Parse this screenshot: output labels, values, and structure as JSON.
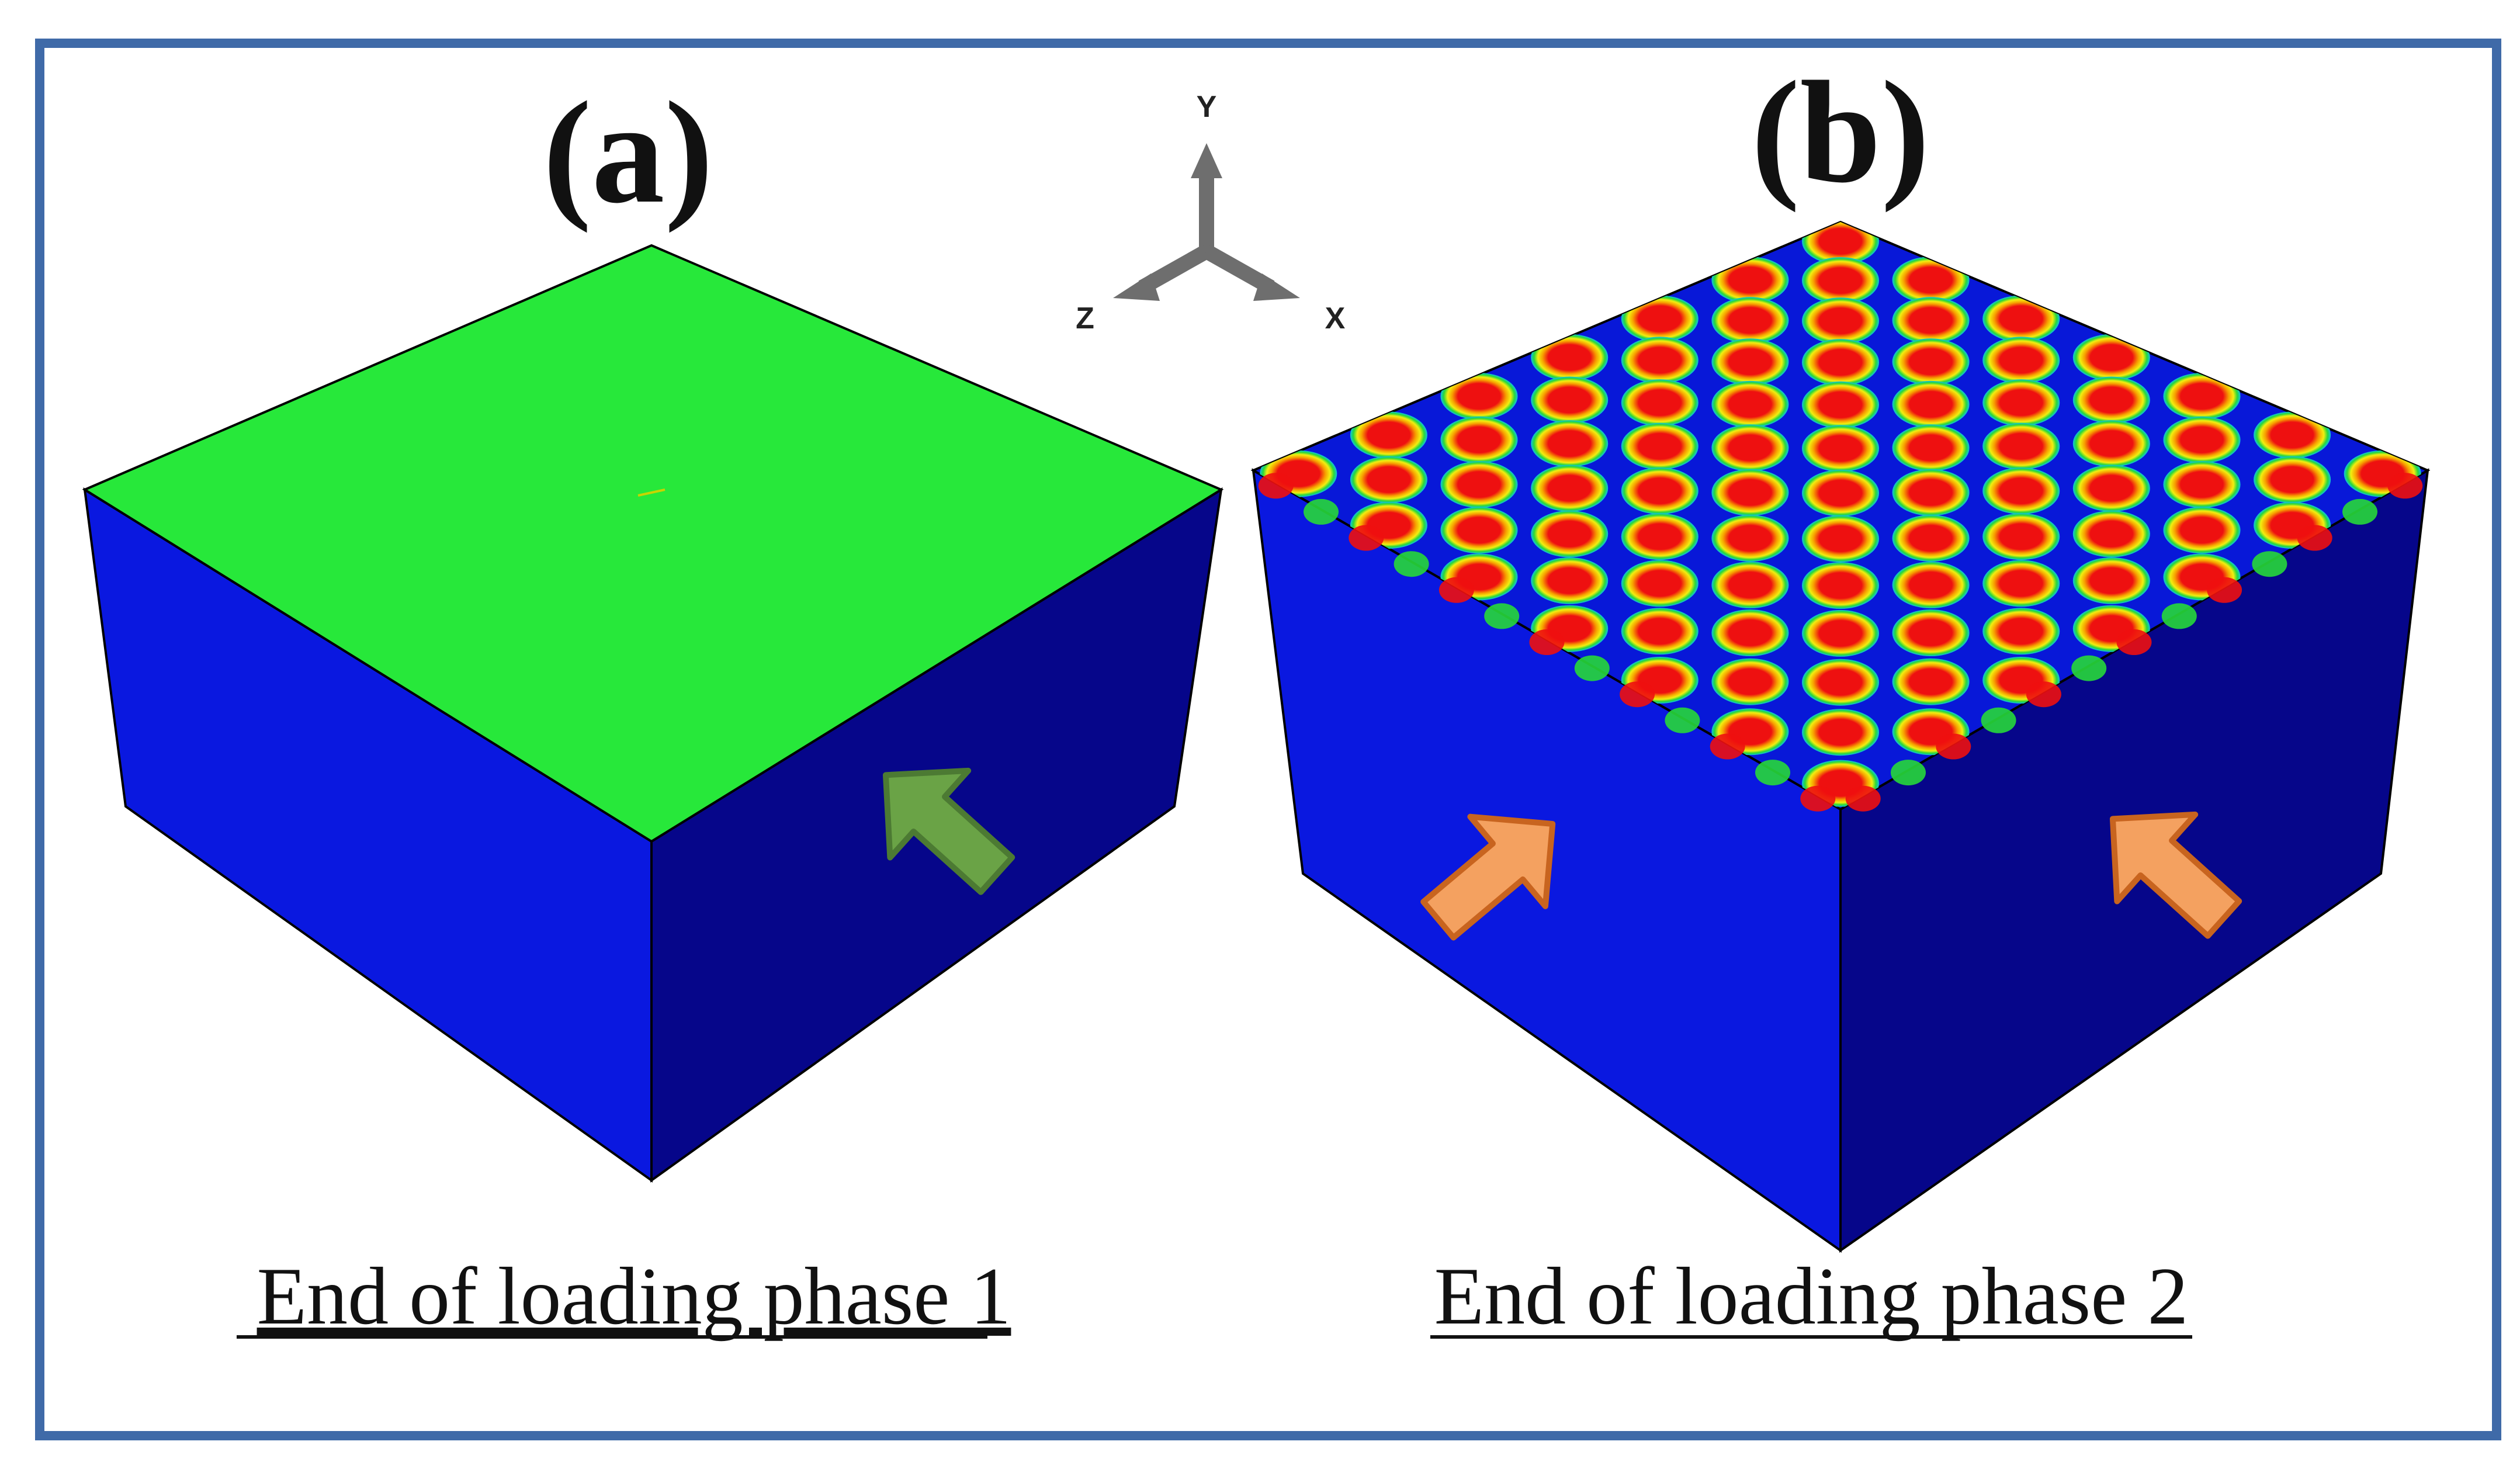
{
  "panels": [
    {
      "label": "(a)",
      "caption": "End of loading phase 1"
    },
    {
      "label": "(b)",
      "caption": "End of loading phase 2"
    }
  ],
  "axes": {
    "y": "Y",
    "z": "Z",
    "x": "X"
  },
  "colors": {
    "frame_border": "#3f6aa8",
    "top_face_a": "#27e83a",
    "side_face": "#0a18e0",
    "side_face_dark": "#06068a",
    "arrow_green": "#6aa346",
    "arrow_green_edge": "#4c7a33",
    "arrow_orange": "#f4a160",
    "arrow_orange_edge": "#c8641f",
    "pattern_red": "#ee1010",
    "pattern_blue": "#0818d8",
    "triad_gray": "#6e6e6e"
  },
  "icons": [
    "coordinate-triad-icon",
    "arrow-icon"
  ]
}
